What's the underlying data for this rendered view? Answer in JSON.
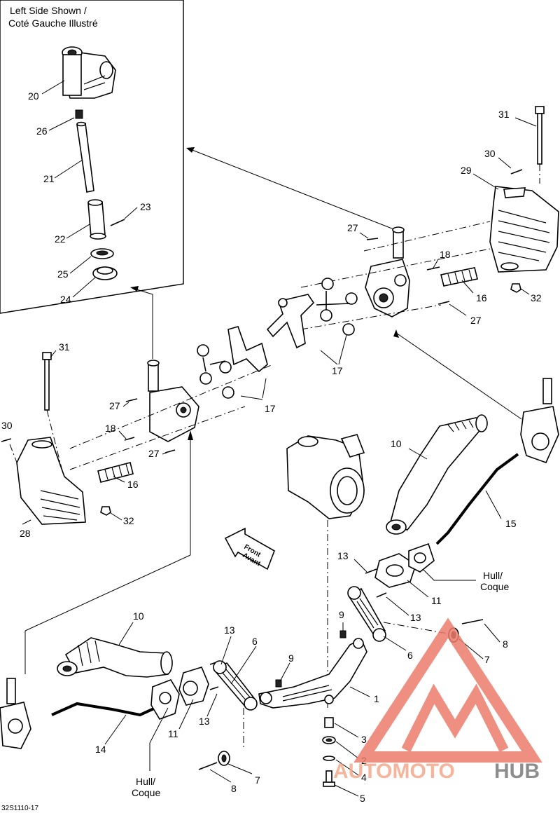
{
  "inset": {
    "title_line1": "Left Side Shown /",
    "title_line2": "Coté Gauche Illustré"
  },
  "front_arrow": {
    "line1": "Front",
    "line2": "Avant"
  },
  "hull_label_right": {
    "line1": "Hull/",
    "line2": "Coque"
  },
  "hull_label_left": {
    "line1": "Hull/",
    "line2": "Coque"
  },
  "diagram_ref": "32S1110-17",
  "watermark": {
    "part1": "AUTOMOTO",
    "part2": "HUB",
    "part1_color": "#f4a98d",
    "part2_color": "#7a7a7a",
    "logo_color": "#ec7c6c"
  },
  "callouts": {
    "c20": "20",
    "c26": "26",
    "c21": "21",
    "c23": "23",
    "c22": "22",
    "c25": "25",
    "c24": "24",
    "c31_right": "31",
    "c30_right": "30",
    "c29": "29",
    "c27_top": "27",
    "c18_right": "18",
    "c16_right": "16",
    "c27_right": "27",
    "c32_right": "32",
    "c17_right": "17",
    "c31_left": "31",
    "c30_left": "30",
    "c28": "28",
    "c27_left_a": "27",
    "c18_left": "18",
    "c27_left_b": "27",
    "c16_left": "16",
    "c32_left": "32",
    "c17_left": "17",
    "c10_right": "10",
    "c15": "15",
    "c13_right_a": "13",
    "c11_right": "11",
    "c13_right_b": "13",
    "c9_right": "9",
    "c6_right": "6",
    "c8_right": "8",
    "c7_right": "7",
    "c1": "1",
    "c3": "3",
    "c2": "2",
    "c4": "4",
    "c5": "5",
    "c10_left": "10",
    "c13_left_a": "13",
    "c6_left": "6",
    "c9_left": "9",
    "c13_left_b": "13",
    "c11_left": "11",
    "c14": "14",
    "c8_left": "8",
    "c7_left": "7"
  }
}
